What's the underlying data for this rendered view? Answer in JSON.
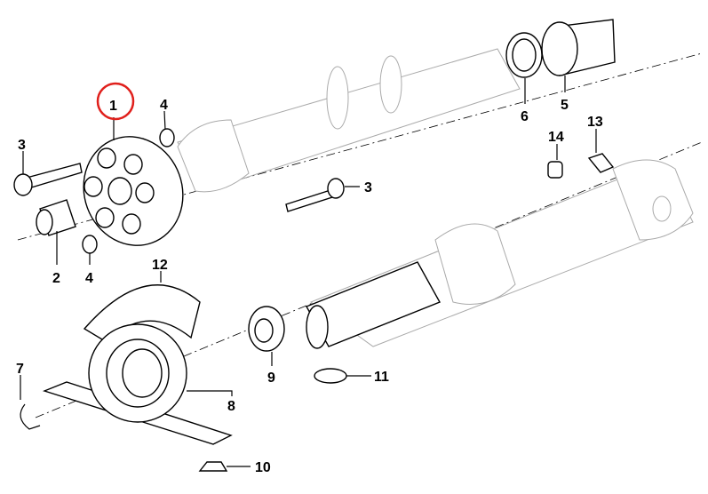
{
  "diagram": {
    "title": "Drive shaft parts diagram",
    "highlight_color": "#e0201c",
    "callouts": [
      {
        "id": "callout-1",
        "label": "1",
        "highlighted": true
      },
      {
        "id": "callout-2",
        "label": "2"
      },
      {
        "id": "callout-3a",
        "label": "3"
      },
      {
        "id": "callout-3b",
        "label": "3"
      },
      {
        "id": "callout-4a",
        "label": "4"
      },
      {
        "id": "callout-4b",
        "label": "4"
      },
      {
        "id": "callout-5",
        "label": "5"
      },
      {
        "id": "callout-6",
        "label": "6"
      },
      {
        "id": "callout-7",
        "label": "7"
      },
      {
        "id": "callout-8",
        "label": "8"
      },
      {
        "id": "callout-9",
        "label": "9"
      },
      {
        "id": "callout-10",
        "label": "10"
      },
      {
        "id": "callout-11",
        "label": "11"
      },
      {
        "id": "callout-12",
        "label": "12"
      },
      {
        "id": "callout-13",
        "label": "13"
      },
      {
        "id": "callout-14",
        "label": "14"
      }
    ]
  }
}
